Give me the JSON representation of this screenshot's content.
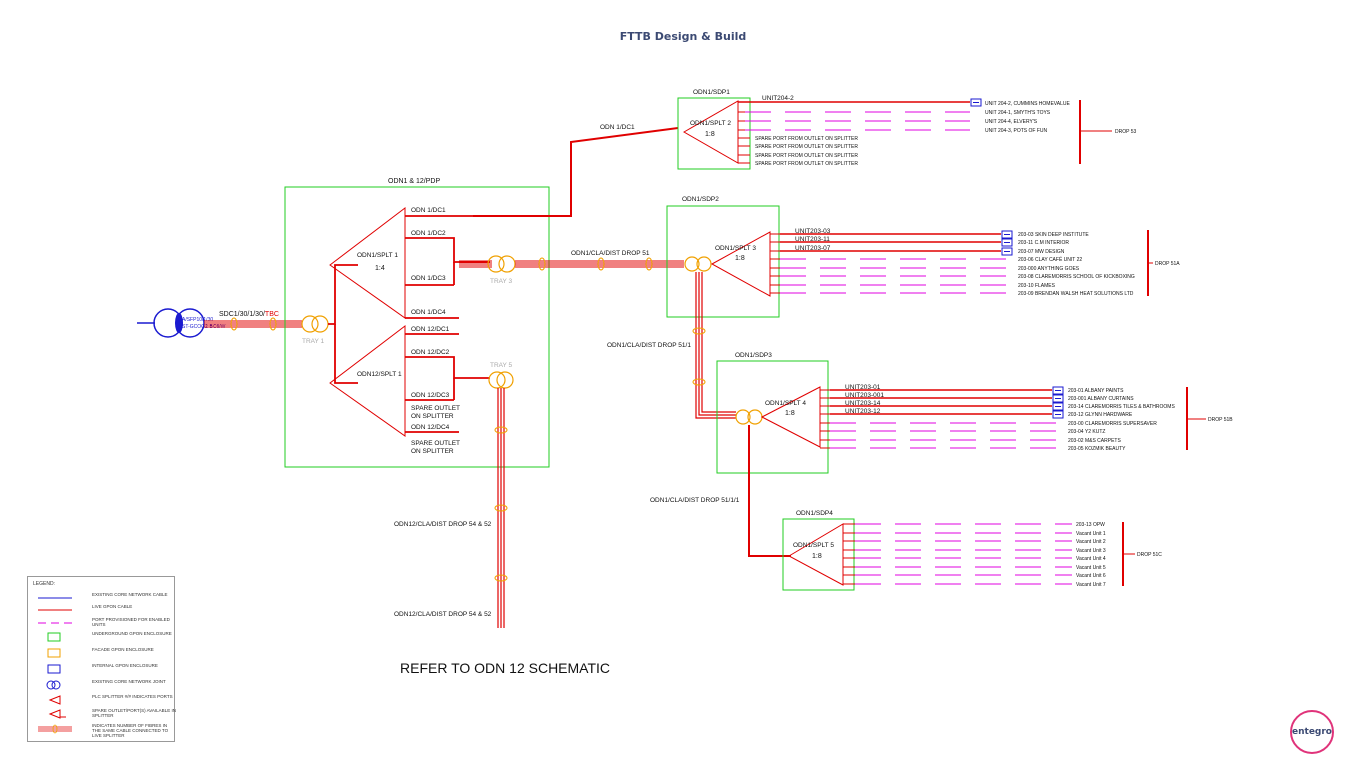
{
  "header": {
    "title": "FTTB Design & Build"
  },
  "footer": {
    "refer_text": "REFER TO ODN 12 SCHEMATIC",
    "logo_text": "entegro"
  },
  "colors": {
    "live": "#e00000",
    "port": "#e000e0",
    "network": "#1a1ad0",
    "enclosure_green": "#22cc22",
    "joint": "#f0a000",
    "header": "#3c4a73"
  },
  "source": {
    "label_a": "A/SFP10/1/30",
    "label_b": "ST-GCOG2-BC6/W",
    "cable_prefix": "SDC1/30/1/30/",
    "cable_tbc": "TBC"
  },
  "pdp": {
    "label": "ODN1 & 12/PDP",
    "tray1": "TRAY 1",
    "tray3": "TRAY 3",
    "tray5": "TRAY 5",
    "splt1": {
      "name": "ODN1/SPLT 1",
      "ratio": "1:4"
    },
    "splt12": {
      "name": "ODN12/SPLT 1"
    },
    "dc1": "ODN 1/DC1",
    "dc2": "ODN 1/DC2",
    "dc3": "ODN 1/DC3",
    "dc4": "ODN 1/DC4",
    "dc12_1": "ODN 12/DC1",
    "dc12_2": "ODN 12/DC2",
    "dc12_3": "ODN 12/DC3",
    "dc12_4": "ODN 12/DC4",
    "spare_a1": "SPARE OUTLET",
    "spare_a2": "ON SPLITTER",
    "spare_b1": "SPARE OUTLET",
    "spare_b2": "ON SPLITTER"
  },
  "cables": {
    "dc1": "ODN 1/DC1",
    "drop51": "ODN1/CLA/DIST DROP 51",
    "drop51_1": "ODN1/CLA/DIST DROP 51/1",
    "drop51_1_1": "ODN1/CLA/DIST DROP 51/1/1",
    "drop54_a": "ODN12/CLA/DIST DROP 54 & 52",
    "drop54_b": "ODN12/CLA/DIST DROP 54 & 52"
  },
  "sdp1": {
    "name": "ODN1/SDP1",
    "splt": "ODN1/SPLT 2",
    "ratio": "1:8",
    "unit_label": "UNIT204-2",
    "units": [
      "UNIT 204-2, CUMMINS HOMEVALUE",
      "UNIT 204-1, SMYTH'S TOYS",
      "UNIT 204-4, ELVERY'S",
      "UNIT 204-3, POTS OF FUN"
    ],
    "spares": [
      "SPARE PORT FROM OUTLET ON SPLITTER",
      "SPARE PORT FROM OUTLET ON SPLITTER",
      "SPARE PORT FROM OUTLET ON SPLITTER",
      "SPARE PORT FROM OUTLET ON SPLITTER"
    ],
    "drop": "DROP 53"
  },
  "sdp2": {
    "name": "ODN1/SDP2",
    "splt": "ODN1/SPLT 3",
    "ratio": "1:8",
    "unit_labels": [
      "UNIT203-03",
      "UNIT203-11",
      "UNIT203-07"
    ],
    "units": [
      "203-03 SKIN DEEP INSTITUTE",
      "203-11 C.M INTERIOR",
      "203-07 MW DESIGN",
      "203-06 CLAY CAFÉ UNIT 22",
      "203-000 ANYTHING GOES",
      "203-08 CLAREMORRIS SCHOOL OF KICKBOXING",
      "203-10 FLAMES",
      "203-09 BRENDAN WALSH HEAT SOLUTIONS LTD"
    ],
    "drop": "DROP 51A"
  },
  "sdp3": {
    "name": "ODN1/SDP3",
    "splt": "ODN1/SPLT 4",
    "ratio": "1:8",
    "unit_labels": [
      "UNIT203-01",
      "UNIT203-001",
      "UNIT203-14",
      "UNIT203-12"
    ],
    "units": [
      "203-01 ALBANY PAINTS",
      "203-001 ALBANY CURTAINS",
      "203-14 CLAREMORRIS TILES & BATHROOMS",
      "203-12 GLYNN HARDWARE",
      "203-00 CLAREMORRIS SUPERSAVER",
      "203-04 Y2 KUTZ",
      "203-02 M&S CARPETS",
      "203-05 KOZMIK BEAUTY"
    ],
    "drop": "DROP 51B"
  },
  "sdp4": {
    "name": "ODN1/SDP4",
    "splt": "ODN1/SPLT 5",
    "ratio": "1:8",
    "units": [
      "203-13 OPW",
      "Vacant Unit 1",
      "Vacant Unit 2",
      "Vacant Unit 3",
      "Vacant Unit 4",
      "Vacant Unit 5",
      "Vacant Unit 6",
      "Vacant Unit 7"
    ],
    "drop": "DROP 51C"
  },
  "legend": {
    "title": "LEGEND:",
    "items": [
      {
        "label": "EXISTING CORE NETWORK CABLE",
        "icon": "blue-line-icon"
      },
      {
        "label": "LIVE GPON CABLE",
        "icon": "red-line-icon"
      },
      {
        "label": "PORT PROVISIONED FOR ENABLED UNITS",
        "icon": "dashed-line-icon"
      },
      {
        "label": "UNDERGROUND GPON ENCLOSURE",
        "icon": "green-box-icon"
      },
      {
        "label": "FACADE GPON ENCLOSURE",
        "icon": "orange-box-icon"
      },
      {
        "label": "INTERNAL GPON ENCLOSURE",
        "icon": "blue-box-icon"
      },
      {
        "label": "EXISTING CORE NETWORK JOINT",
        "icon": "joint-icon"
      },
      {
        "label": "PLC SPLITTER #/# INDICATES PORTS",
        "icon": "splitter-icon"
      },
      {
        "label": "SPARE OUTLET/PORT(S) AVAILABLE IN SPLITTER",
        "icon": "spare-icon"
      },
      {
        "label": "INDICATES NUMBER OF FIBRES IN THE SAME CABLE CONNECTED TO LIVE SPLITTER",
        "icon": "multi-line-icon"
      }
    ]
  }
}
